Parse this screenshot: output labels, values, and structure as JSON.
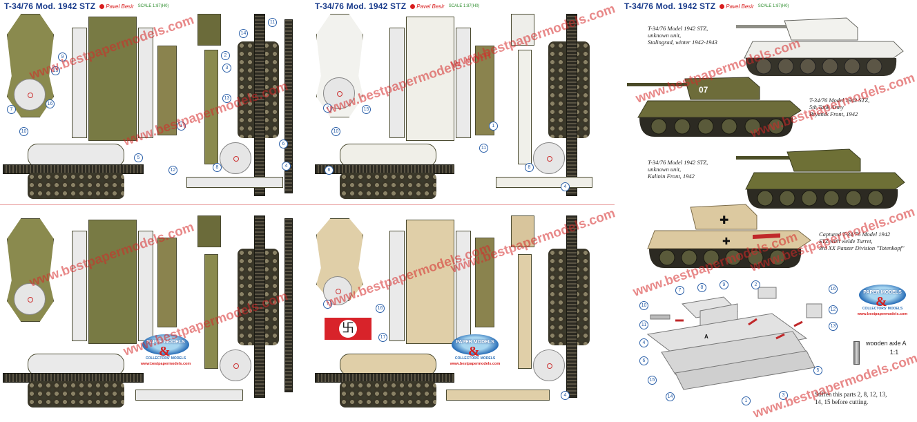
{
  "sheets": [
    {
      "title": "T-34/76 Mod.  1942 STZ",
      "author": "Pavel Besir",
      "scale": "SCALE 1:87(H0)"
    },
    {
      "title": "T-34/76 Mod.  1942 STZ",
      "author": "Pavel Besir",
      "scale": "SCALE 1:87(H0)"
    },
    {
      "title": "T-34/76 Mod.  1942 STZ",
      "author": "Pavel Besir",
      "scale": "SCALE 1:87(H0)"
    }
  ],
  "watermark": "www.bestpapermodels.com",
  "part_numbers": [
    "1",
    "2",
    "3",
    "4",
    "5",
    "6",
    "7",
    "8",
    "9",
    "10",
    "11",
    "12",
    "13",
    "14",
    "15",
    "16",
    "17"
  ],
  "variants": [
    {
      "lines": [
        "T-34/76 Model 1942 STZ,",
        "unknown unit,",
        "Stalingrad, winter 1942-1943"
      ],
      "turret_number": "",
      "colors": {
        "hull": "#eeeeee",
        "shade": "#b8b8b0"
      }
    },
    {
      "lines": [
        "T-34/76 Model 1942 STZ,",
        "5th Tank Army",
        "Bryansk Front, 1942"
      ],
      "turret_number": "07",
      "colors": {
        "hull": "#6d6c3a",
        "shade": "#4a4a28"
      }
    },
    {
      "lines": [
        "T-34/76 Model 1942 STZ,",
        "unknown unit,",
        "Kalinin Front, 1942"
      ],
      "turret_number": "",
      "colors": {
        "hull": "#6e7036",
        "shade": "#4b4d26"
      }
    },
    {
      "lines": [
        "Captured T-34/76 Model 1942",
        "STZ with welde Turret,",
        "3rd XX Panzer Division \"Totenkopf\""
      ],
      "turret_number": "",
      "colors": {
        "hull": "#dcc9a0",
        "shade": "#b09a70"
      }
    }
  ],
  "logo": {
    "brand": "PAPER MODELS",
    "amp": "&",
    "sub": "COLLECTORS' MODELS",
    "url": "www.bestpapermodels.com"
  },
  "assembly": {
    "marker_a": "A",
    "axle_label": "wooden axle A",
    "axle_scale": "1:1",
    "stiffen_lines": [
      "Stiffen this parts 2, 8, 12, 13,",
      "14, 15 before cutting."
    ]
  },
  "colors": {
    "green_camo": "#8a8a4e",
    "green_dark": "#6b6b3a",
    "winter_white": "#f2f2ee",
    "desert_tan": "#e0cfa8",
    "track_dark": "#2c2a22",
    "number_blue": "#2a5fa8",
    "watermark_red": "#d62828",
    "title_blue": "#1a3c8c"
  }
}
